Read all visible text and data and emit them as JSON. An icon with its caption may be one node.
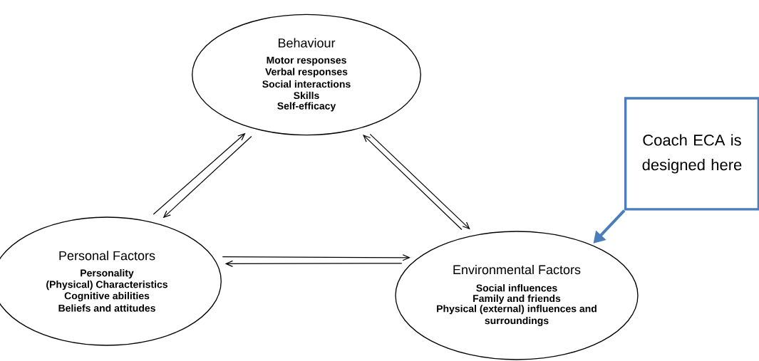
{
  "diagram": {
    "nodes": [
      {
        "text": [
          "Behaviour",
          "Motor responses",
          "Verbal responses",
          "Social interactions",
          "Skills",
          "Self-efficacy"
        ]
      },
      {
        "text": [
          "Personal Factors",
          "Personality",
          "(Physical) Characteristics",
          "Cognitive abilities",
          "Beliefs and attitudes"
        ]
      },
      {
        "text": [
          "Environmental Factors",
          "Social influences",
          "Family and friends",
          "Physical (external) influences and surroundings"
        ]
      },
      {
        "text": [
          "Coach ECA is designed here"
        ]
      }
    ],
    "edges": [
      {
        "from": 1,
        "to": 0,
        "arrow": "to"
      },
      {
        "from": 0,
        "to": 1,
        "arrow": "to"
      },
      {
        "from": 0,
        "to": 2,
        "arrow": "to"
      },
      {
        "from": 2,
        "to": 0,
        "arrow": "to"
      },
      {
        "from": 1,
        "to": 2,
        "arrow": "to"
      },
      {
        "from": 2,
        "to": 1,
        "arrow": "to"
      },
      {
        "from": 3,
        "to": 2,
        "arrow": "to",
        "style": "thick",
        "color": "#4a7ebb"
      }
    ]
  }
}
